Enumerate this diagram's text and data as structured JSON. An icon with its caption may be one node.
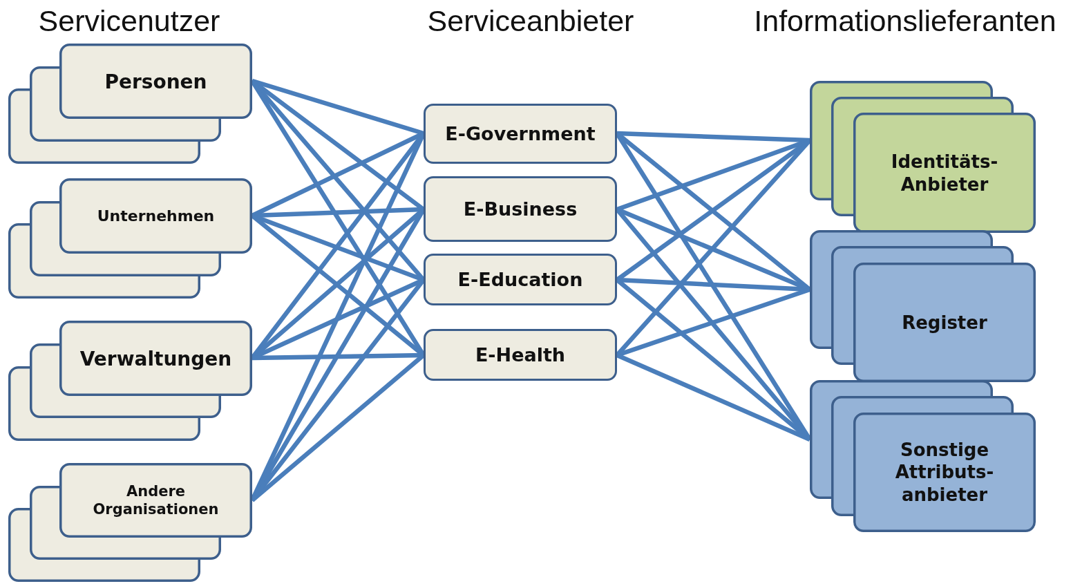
{
  "diagram": {
    "nodes": [
      {
        "text": [
          "Personen"
        ]
      },
      {
        "text": [
          "Unternehmen"
        ]
      },
      {
        "text": [
          "Verwaltungen"
        ]
      },
      {
        "text": [
          "Andere Organisationen"
        ]
      },
      {
        "text": [
          "E-Government"
        ]
      },
      {
        "text": [
          "E-Business"
        ]
      },
      {
        "text": [
          "E-Education"
        ]
      },
      {
        "text": [
          "E-Health"
        ]
      },
      {
        "text": [
          "Identitäts- Anbieter"
        ]
      },
      {
        "text": [
          "Register"
        ]
      },
      {
        "text": [
          "Sonstige Attributs- anbieter"
        ]
      }
    ],
    "edges": [
      {
        "from": 0,
        "to": 4,
        "arrow": "none"
      },
      {
        "from": 0,
        "to": 5,
        "arrow": "none"
      },
      {
        "from": 0,
        "to": 6,
        "arrow": "none"
      },
      {
        "from": 0,
        "to": 7,
        "arrow": "none"
      },
      {
        "from": 1,
        "to": 4,
        "arrow": "none"
      },
      {
        "from": 1,
        "to": 5,
        "arrow": "none"
      },
      {
        "from": 1,
        "to": 6,
        "arrow": "none"
      },
      {
        "from": 1,
        "to": 7,
        "arrow": "none"
      },
      {
        "from": 2,
        "to": 4,
        "arrow": "none"
      },
      {
        "from": 2,
        "to": 5,
        "arrow": "none"
      },
      {
        "from": 2,
        "to": 6,
        "arrow": "none"
      },
      {
        "from": 2,
        "to": 7,
        "arrow": "none"
      },
      {
        "from": 3,
        "to": 4,
        "arrow": "none"
      },
      {
        "from": 3,
        "to": 5,
        "arrow": "none"
      },
      {
        "from": 3,
        "to": 6,
        "arrow": "none"
      },
      {
        "from": 3,
        "to": 7,
        "arrow": "none"
      },
      {
        "from": 4,
        "to": 8,
        "arrow": "none"
      },
      {
        "from": 4,
        "to": 9,
        "arrow": "none"
      },
      {
        "from": 4,
        "to": 10,
        "arrow": "none"
      },
      {
        "from": 5,
        "to": 8,
        "arrow": "none"
      },
      {
        "from": 5,
        "to": 9,
        "arrow": "none"
      },
      {
        "from": 5,
        "to": 10,
        "arrow": "none"
      },
      {
        "from": 6,
        "to": 8,
        "arrow": "none"
      },
      {
        "from": 6,
        "to": 9,
        "arrow": "none"
      },
      {
        "from": 6,
        "to": 10,
        "arrow": "none"
      },
      {
        "from": 7,
        "to": 8,
        "arrow": "none"
      },
      {
        "from": 7,
        "to": 9,
        "arrow": "none"
      },
      {
        "from": 7,
        "to": 10,
        "arrow": "none"
      }
    ],
    "labels": [
      "Servicenutzer",
      "Serviceanbieter",
      "Informationslieferanten"
    ]
  }
}
